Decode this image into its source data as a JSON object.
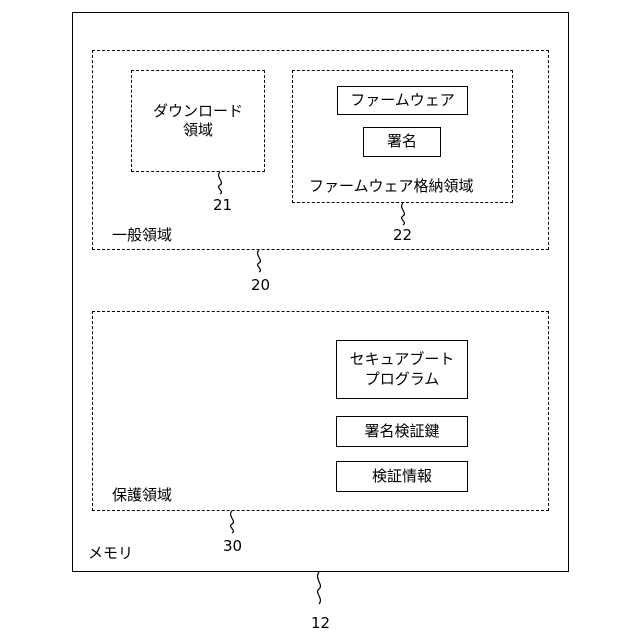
{
  "memory": {
    "label": "メモリ",
    "ref": "12"
  },
  "general_area": {
    "label": "一般領域",
    "ref": "20"
  },
  "download_area": {
    "label_line1": "ダウンロード",
    "label_line2": "領域",
    "ref": "21"
  },
  "firmware_storage_area": {
    "label": "ファームウェア格納領域",
    "ref": "22",
    "firmware": "ファームウェア",
    "signature": "署名"
  },
  "protected_area": {
    "label": "保護領域",
    "ref": "30",
    "secure_boot_line1": "セキュアブート",
    "secure_boot_line2": "プログラム",
    "signature_verification_key": "署名検証鍵",
    "verification_info": "検証情報"
  }
}
